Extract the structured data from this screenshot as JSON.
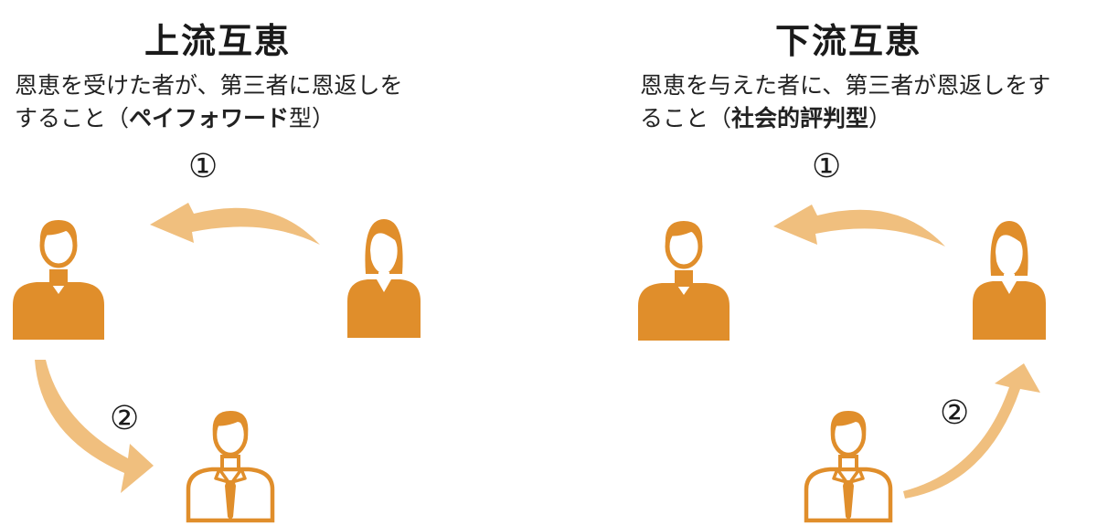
{
  "left": {
    "title": "上流互恵",
    "desc_line1": "恩恵を受けた者が、第三者に恩返しを",
    "desc_line2_pre": "すること（",
    "desc_line2_bold": "ペイフォワード",
    "desc_line2_post": "型）",
    "step1": "①",
    "step2": "②"
  },
  "right": {
    "title": "下流互恵",
    "desc_line1": "恩恵を与えた者に、第三者が恩返しをす",
    "desc_line2_pre": "ること（",
    "desc_line2_bold": "社会的評判型",
    "desc_line2_post": "）",
    "step1": "①",
    "step2": "②"
  },
  "colors": {
    "person": "#E08E2B",
    "arrow": "#F0BF7E"
  },
  "icons": {
    "woman": "woman-person-icon",
    "man": "man-person-icon",
    "businessman": "businessman-outline-icon"
  }
}
